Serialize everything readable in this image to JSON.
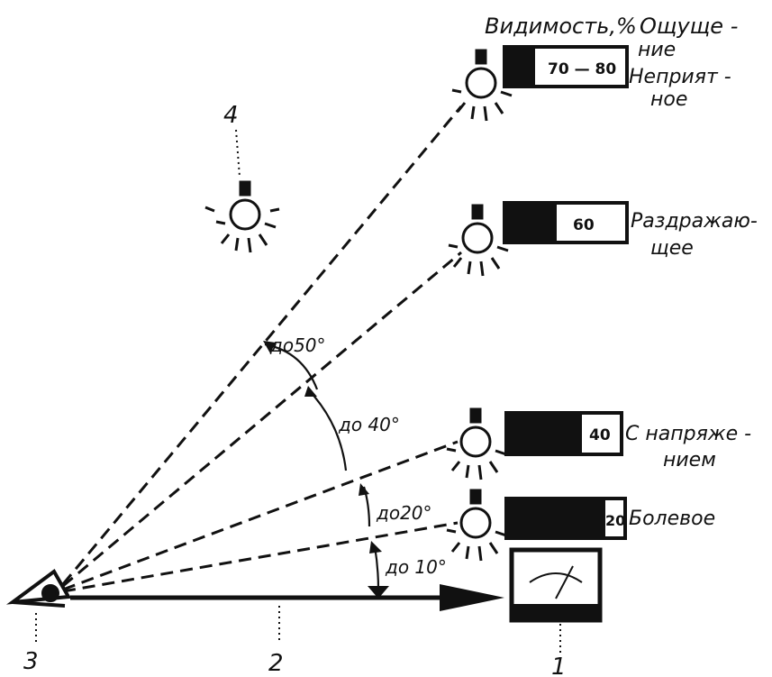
{
  "header": {
    "visibility_label": "Видимость,%",
    "sensation_label_1": "Ощуще -",
    "sensation_label_2": "ние"
  },
  "lamps": [
    {
      "id": "lamp-top",
      "value": "70 — 80",
      "sensation": [
        "Неприят -",
        "ное"
      ],
      "angle": "до50°"
    },
    {
      "id": "lamp-upper",
      "value": "60",
      "sensation": [
        "Раздражаю-",
        "щее"
      ],
      "angle": "до 40°"
    },
    {
      "id": "lamp-middle",
      "value": "40",
      "sensation": [
        "С напряже -",
        "нием"
      ],
      "angle": "до20°"
    },
    {
      "id": "lamp-lower",
      "value": "20",
      "sensation": [
        "Болевое"
      ],
      "angle": "до 10°"
    }
  ],
  "markers": {
    "meter": "1",
    "axis": "2",
    "eye": "3",
    "overhead_lamp": "4"
  },
  "colors": {
    "ink": "#111111",
    "paper": "#ffffff"
  }
}
